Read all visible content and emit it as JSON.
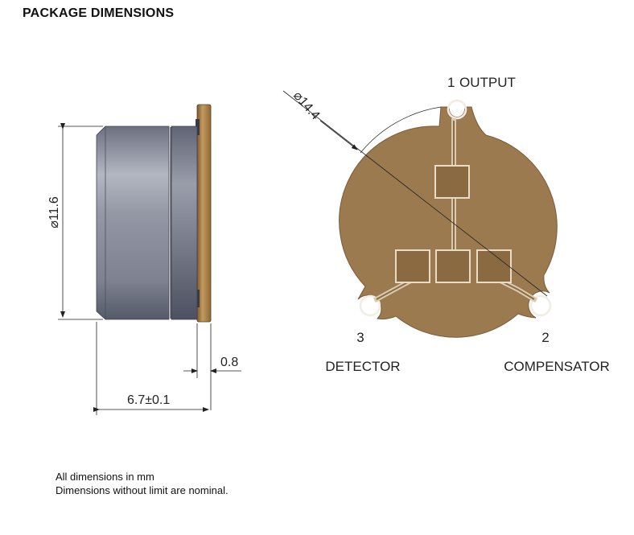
{
  "title": "PACKAGE DIMENSIONS",
  "side_view": {
    "diameter_label": "⌀11.6",
    "flange_thickness_label": "0.8",
    "length_label": "6.7±0.1"
  },
  "top_view": {
    "diameter_label": "⌀14.4",
    "pins": [
      {
        "number": "1",
        "name": "OUTPUT"
      },
      {
        "number": "2",
        "name": "COMPENSATOR"
      },
      {
        "number": "3",
        "name": "DETECTOR"
      }
    ]
  },
  "notes": [
    "All dimensions in mm",
    "Dimensions without limit are nominal."
  ],
  "colors": {
    "body_gray": "#8a8f9b",
    "flange_gold": "#b08650",
    "pad_brown": "#9a7c52",
    "pad_fill": "#a88a5f",
    "line": "#222222"
  }
}
